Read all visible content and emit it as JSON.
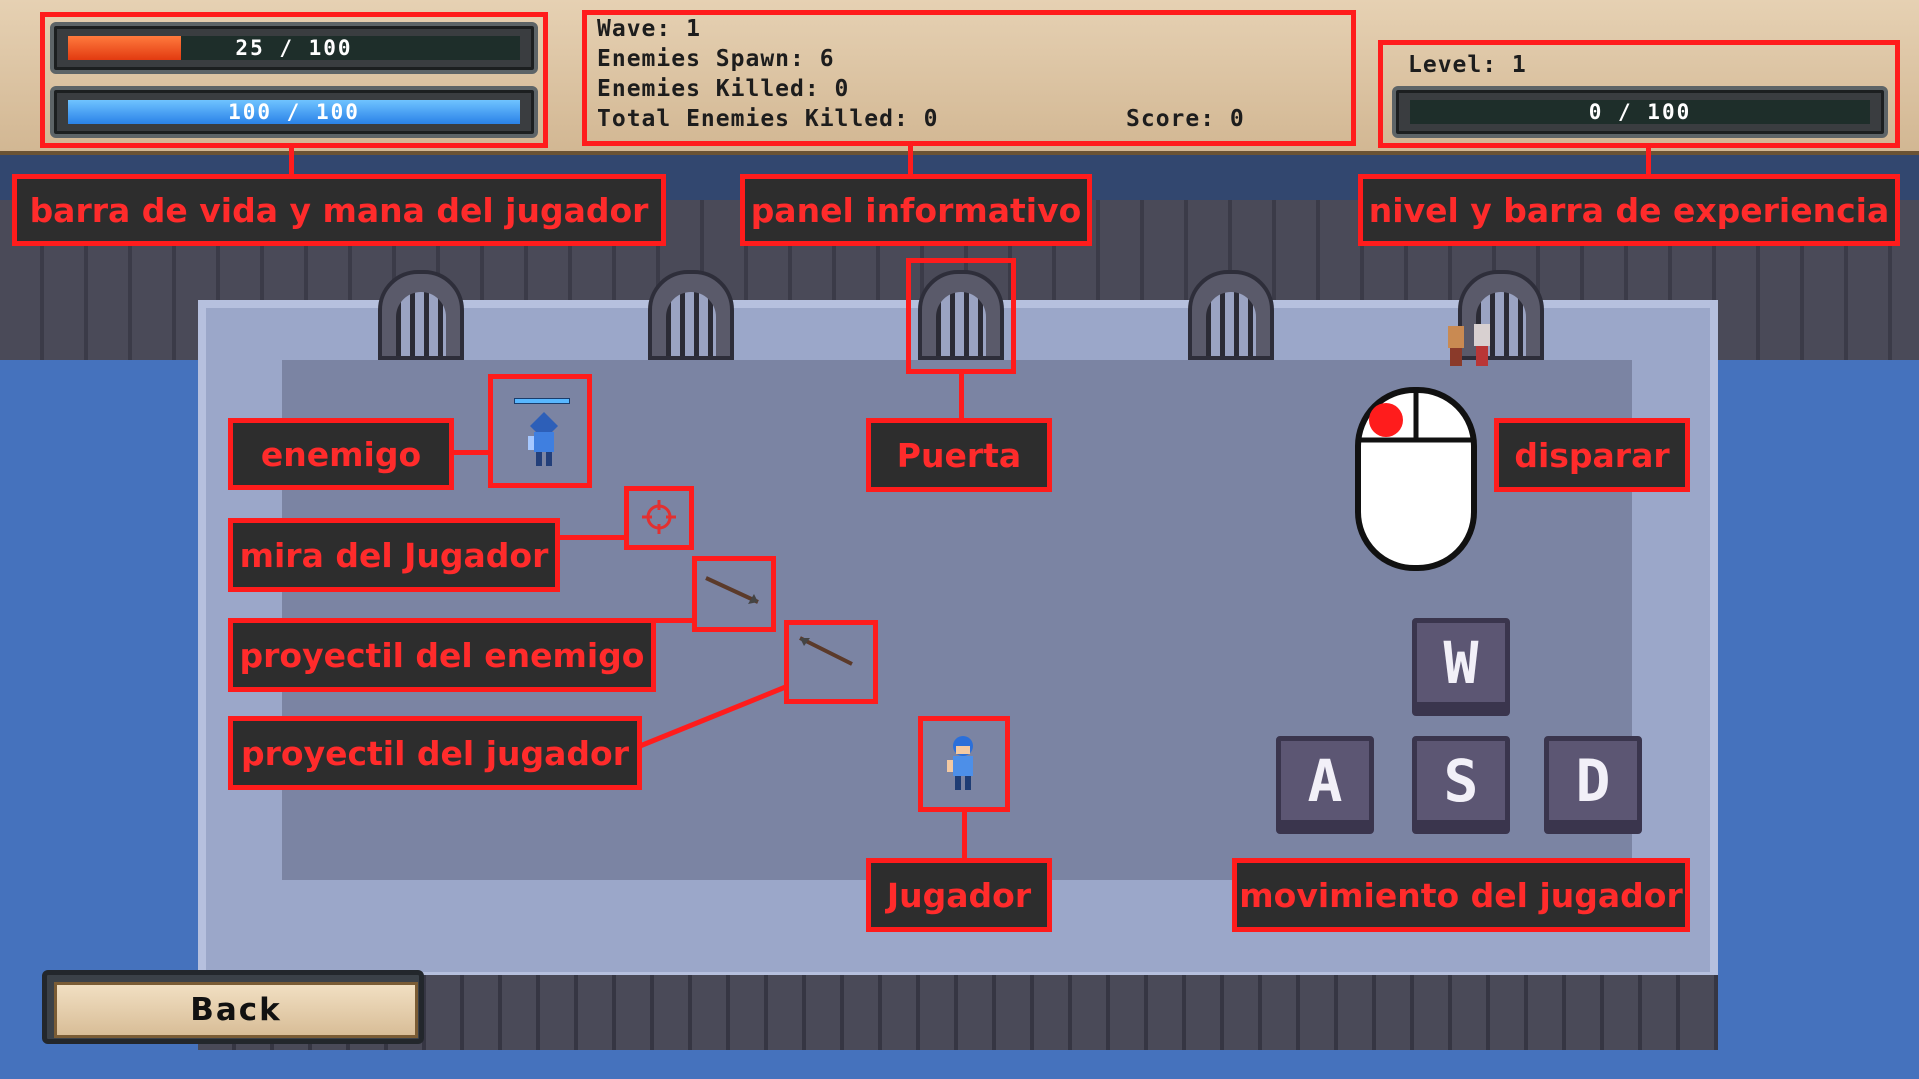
{
  "hud": {
    "health": {
      "text": "25 / 100",
      "current": 25,
      "max": 100,
      "color": "#ff4a14"
    },
    "mana": {
      "text": "100 / 100",
      "current": 100,
      "max": 100,
      "color": "#3aa1ff"
    },
    "info": {
      "wave": "Wave: 1",
      "enemies_spawn": "Enemies Spawn: 6",
      "enemies_killed": "Enemies Killed: 0",
      "total_killed": "Total Enemies Killed: 0",
      "score": "Score: 0"
    },
    "level": {
      "label": "Level: 1",
      "xp_text": "0 / 100",
      "xp_current": 0,
      "xp_max": 100
    }
  },
  "annotations": {
    "health_mana": "barra de vida y mana del jugador",
    "info_panel": "panel informativo",
    "level_xp": "nivel y barra de experiencia",
    "enemy": "enemigo",
    "door": "Puerta",
    "shoot": "disparar",
    "crosshair": "mira del Jugador",
    "enemy_projectile": "proyectil del enemigo",
    "player_projectile": "proyectil del jugador",
    "player": "Jugador",
    "movement": "movimiento del jugador"
  },
  "controls": {
    "keys": [
      "W",
      "A",
      "S",
      "D"
    ]
  },
  "back_label": "Back",
  "colors": {
    "annotation": "#ff1c1c",
    "water": "#4572bd",
    "floor": "#9ba7c9"
  },
  "icons": [
    "mouse-left-click-icon",
    "crosshair-icon",
    "arrow-icon"
  ]
}
